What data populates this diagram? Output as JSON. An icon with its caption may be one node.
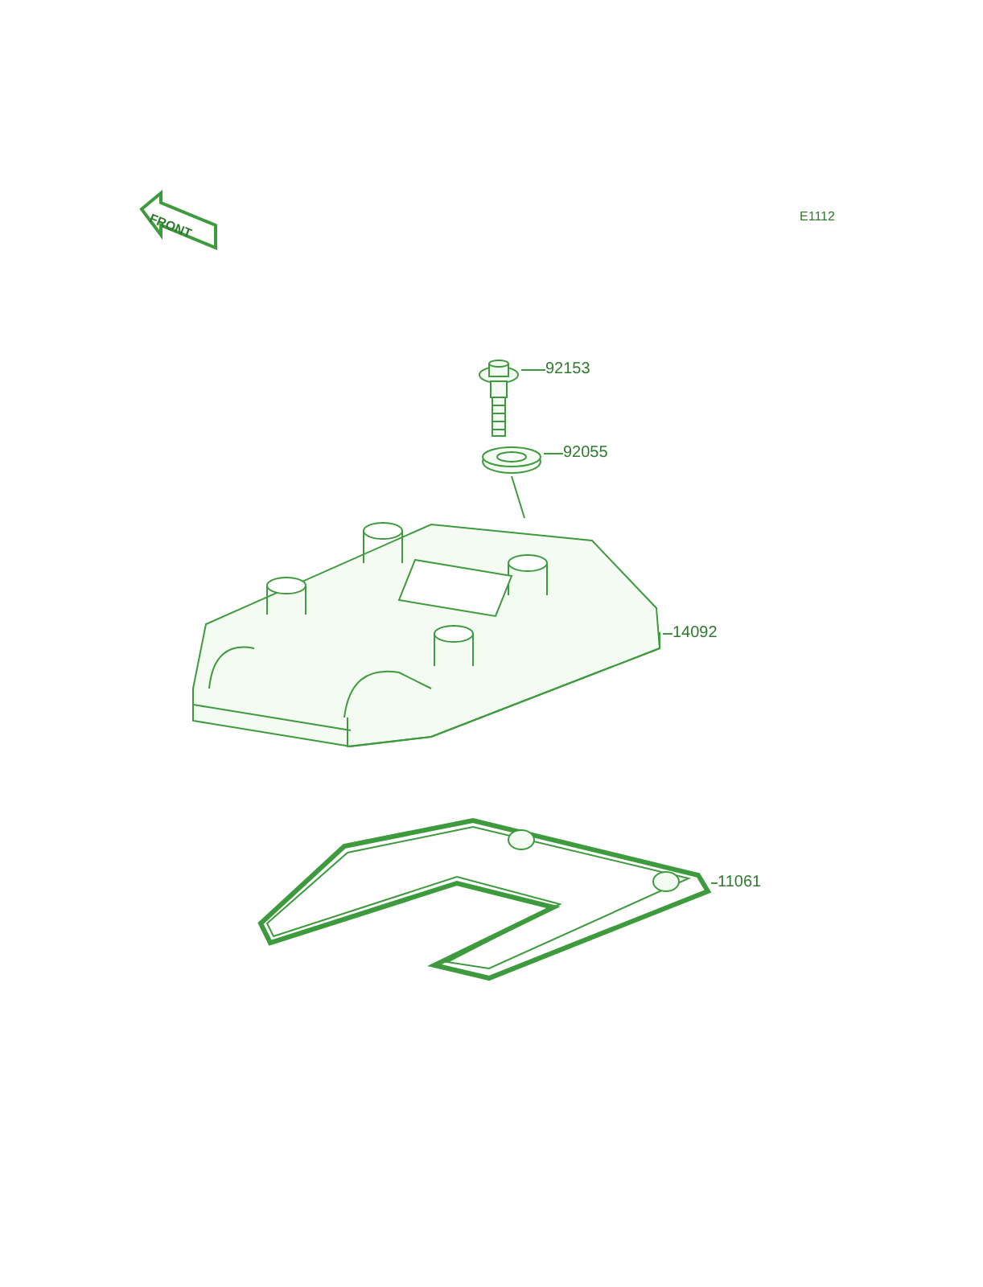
{
  "diagram": {
    "nodes": [
      {
        "text": [
          "92153"
        ]
      },
      {
        "text": [],
        "shape": "picture"
      },
      {
        "text": [
          "92055"
        ]
      },
      {
        "text": [],
        "shape": "picture"
      },
      {
        "text": [
          "14092"
        ]
      },
      {
        "text": [],
        "shape": "picture"
      },
      {
        "text": [
          "11061"
        ]
      },
      {
        "text": [],
        "shape": "picture"
      }
    ],
    "edges": [
      {
        "from": 0,
        "to": 1,
        "arrow": "none"
      },
      {
        "from": 2,
        "to": 3,
        "arrow": "none"
      },
      {
        "from": 4,
        "to": 5,
        "arrow": "none"
      },
      {
        "from": 6,
        "to": 7,
        "arrow": "none"
      },
      {
        "from": 3,
        "to": 5,
        "arrow": "none"
      }
    ],
    "labels": [
      "E1112",
      "FRONT"
    ]
  }
}
